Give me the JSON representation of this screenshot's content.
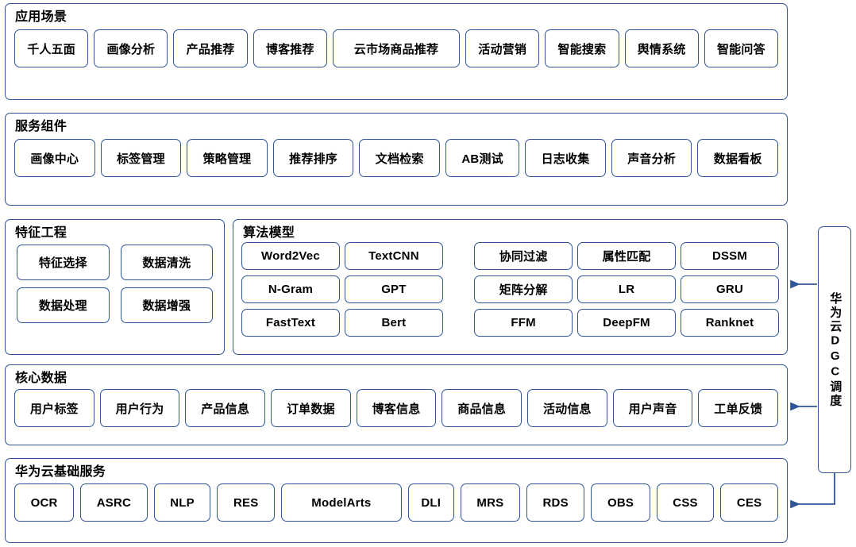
{
  "diagram": {
    "title_bar_color": "#2F5597",
    "box_border_color": "#2F5597",
    "background_color": "#FFFFFF",
    "text_color": "#000000"
  },
  "sections": {
    "application_scenarios": {
      "title": "应用场景",
      "items": [
        "千人五面",
        "画像分析",
        "产品推荐",
        "博客推荐",
        "云市场商品推荐",
        "活动营销",
        "智能搜索",
        "舆情系统",
        "智能问答"
      ]
    },
    "service_components": {
      "title": "服务组件",
      "items": [
        "画像中心",
        "标签管理",
        "策略管理",
        "推荐排序",
        "文档检索",
        "AB测试",
        "日志收集",
        "声音分析",
        "数据看板"
      ]
    },
    "feature_engineering": {
      "title": "特征工程",
      "items": [
        "特征选择",
        "数据清洗",
        "数据处理",
        "数据增强"
      ]
    },
    "algorithm_models": {
      "title": "算法模型",
      "rows": [
        [
          "Word2Vec",
          "TextCNN",
          "协同过滤",
          "属性匹配",
          "DSSM"
        ],
        [
          "N-Gram",
          "GPT",
          "矩阵分解",
          "LR",
          "GRU"
        ],
        [
          "FastText",
          "Bert",
          "FFM",
          "DeepFM",
          "Ranknet"
        ]
      ]
    },
    "core_data": {
      "title": "核心数据",
      "items": [
        "用户标签",
        "用户行为",
        "产品信息",
        "订单数据",
        "博客信息",
        "商品信息",
        "活动信息",
        "用户声音",
        "工单反馈"
      ]
    },
    "huawei_cloud_base_services": {
      "title": "华为云基础服务",
      "items": [
        "OCR",
        "ASRC",
        "NLP",
        "RES",
        "ModelArts",
        "DLI",
        "MRS",
        "RDS",
        "OBS",
        "CSS",
        "CES"
      ]
    },
    "scheduler": {
      "label": "华为云DGC调度",
      "arrow_targets": [
        "algorithm_models",
        "core_data",
        "huawei_cloud_base_services"
      ]
    }
  }
}
